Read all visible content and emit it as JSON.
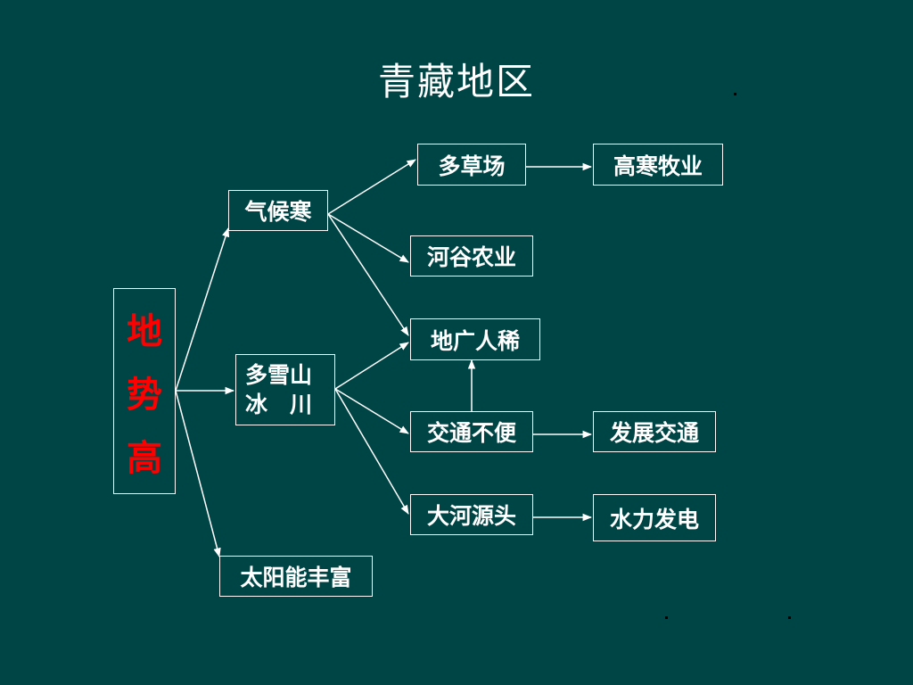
{
  "title": "青藏地区",
  "root": {
    "chars": [
      "地",
      "势",
      "高"
    ]
  },
  "nodes": {
    "qihouhan": "气候寒",
    "duoxueshan": [
      "多雪山",
      "冰　川"
    ],
    "taiyangneng": "太阳能丰富",
    "duocaochang": "多草场",
    "gaohanmuye": "高寒牧业",
    "hegunongye": "河谷农业",
    "diguangrenxi": "地广人稀",
    "jiaotongbubian": "交通不便",
    "fazhanjiaotong": "发展交通",
    "daheyuantou": "大河源头",
    "shulifadian": "水力发电"
  }
}
